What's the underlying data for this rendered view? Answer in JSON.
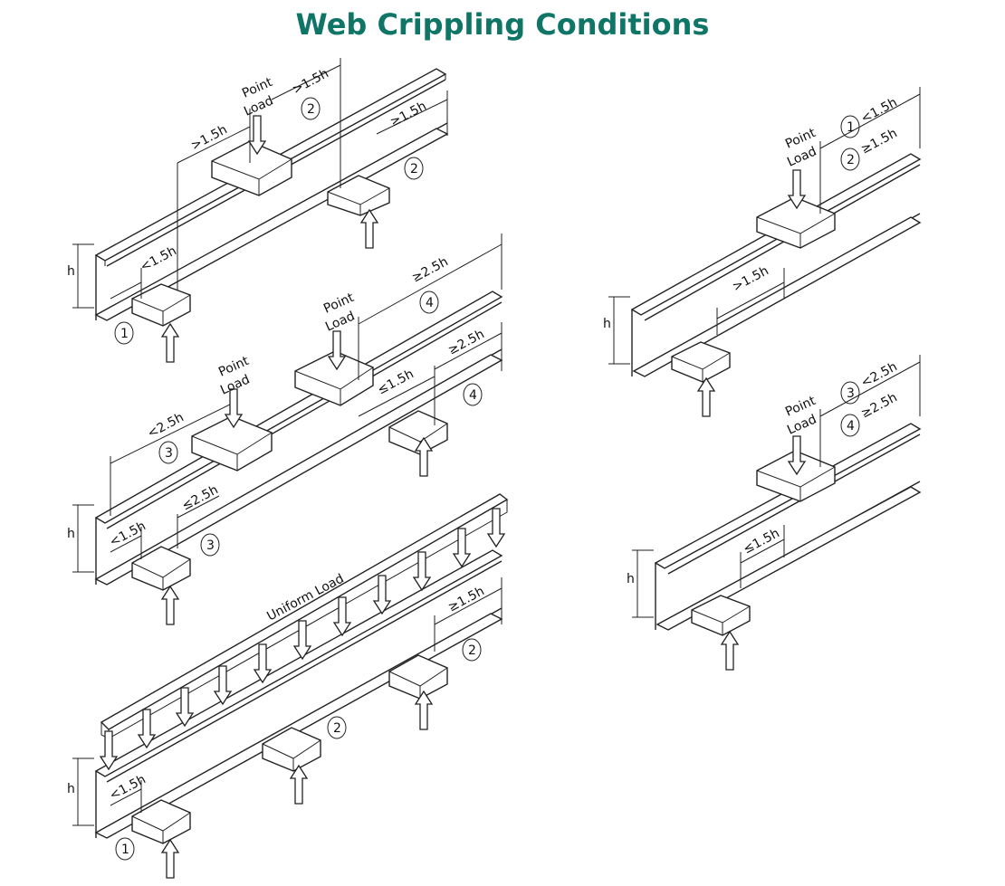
{
  "title": "Web Crippling Conditions",
  "colors": {
    "title": "#0e7567",
    "ink": "#222222"
  },
  "labels": {
    "point_load_line1": "Point",
    "point_load_line2": "Load",
    "uniform_load": "Uniform Load",
    "height": "h"
  },
  "dims": {
    "gt_1_5h": ">1.5h",
    "lt_1_5h": "<1.5h",
    "ge_1_5h": "≥1.5h",
    "le_1_5h": "≤1.5h",
    "lt_2_5h": "<2.5h",
    "ge_2_5h": "≥2.5h",
    "le_2_5h": "≤2.5h"
  },
  "conditions": [
    "1",
    "2",
    "3",
    "4"
  ]
}
